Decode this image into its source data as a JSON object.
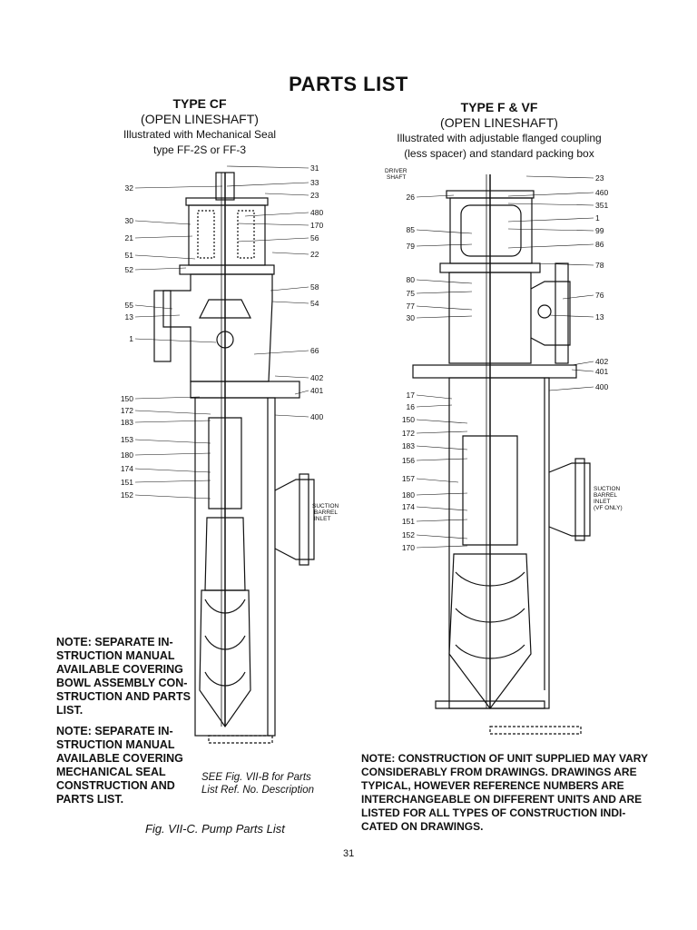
{
  "page": {
    "title": "PARTS LIST",
    "page_number": "31",
    "figure_caption": "Fig. VII-C. Pump Parts List"
  },
  "left": {
    "type": "TYPE CF",
    "subtitle": "(OPEN LINESHAFT)",
    "desc1": "Illustrated with Mechanical Seal",
    "desc2": "type FF-2S or FF-3",
    "labels_left": [
      "32",
      "30",
      "21",
      "51",
      "52",
      "55",
      "13",
      "1",
      "150",
      "172",
      "183",
      "153",
      "180",
      "174",
      "151",
      "152"
    ],
    "labels_right": [
      "31",
      "33",
      "23",
      "480",
      "170",
      "56",
      "22",
      "58",
      "54",
      "66",
      "402",
      "401",
      "400"
    ],
    "inlet": [
      "SUCTION",
      "BARREL",
      "INLET"
    ],
    "note1": [
      "NOTE: SEPARATE IN-",
      "STRUCTION MANUAL",
      "AVAILABLE COVERING",
      "BOWL ASSEMBLY CON-",
      "STRUCTION AND PARTS",
      "LIST."
    ],
    "note2": [
      "NOTE: SEPARATE IN-",
      "STRUCTION MANUAL",
      "AVAILABLE COVERING",
      "MECHANICAL SEAL",
      "CONSTRUCTION AND",
      "PARTS LIST."
    ],
    "see_ref": [
      "SEE Fig. VII-B for Parts",
      "List Ref. No. Description"
    ]
  },
  "right": {
    "type": "TYPE F & VF",
    "subtitle": "(OPEN LINESHAFT)",
    "desc1": "Illustrated with adjustable flanged coupling",
    "desc2": "(less spacer) and standard packing box",
    "driver": [
      "DRIVER",
      "SHAFT"
    ],
    "labels_left": [
      "26",
      "85",
      "79",
      "80",
      "75",
      "77",
      "30",
      "17",
      "16",
      "150",
      "172",
      "183",
      "156",
      "157",
      "180",
      "174",
      "151",
      "152",
      "170"
    ],
    "labels_right": [
      "23",
      "460",
      "351",
      "1",
      "99",
      "86",
      "78",
      "76",
      "13",
      "402",
      "401",
      "400"
    ],
    "inlet": [
      "SUCTION",
      "BARREL",
      "INLET",
      "(VF ONLY)"
    ],
    "note": [
      "NOTE: CONSTRUCTION OF UNIT SUPPLIED MAY VARY",
      "CONSIDERABLY FROM DRAWINGS. DRAWINGS ARE",
      "TYPICAL, HOWEVER REFERENCE NUMBERS ARE",
      "INTERCHANGEABLE ON DIFFERENT UNITS AND ARE",
      "LISTED FOR ALL TYPES OF CONSTRUCTION INDI-",
      "CATED ON DRAWINGS."
    ]
  }
}
